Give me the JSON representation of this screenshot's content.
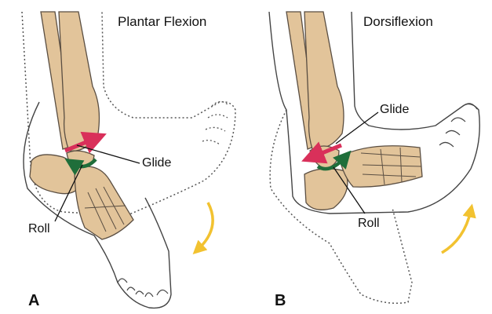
{
  "figure": {
    "panels": [
      {
        "id": "A",
        "title": "Plantar Flexion",
        "labels": {
          "glide": "Glide",
          "roll": "Roll"
        },
        "movement_direction": "downward"
      },
      {
        "id": "B",
        "title": "Dorsiflexion",
        "labels": {
          "glide": "Glide",
          "roll": "Roll"
        },
        "movement_direction": "upward"
      }
    ],
    "colors": {
      "bone": "#e2c49a",
      "bone_outline": "#5a4e42",
      "glide_arrow": "#d9305a",
      "roll_arrow": "#1f6e3a",
      "motion_arrow": "#f2c230",
      "skin_outline": "#444444"
    }
  }
}
